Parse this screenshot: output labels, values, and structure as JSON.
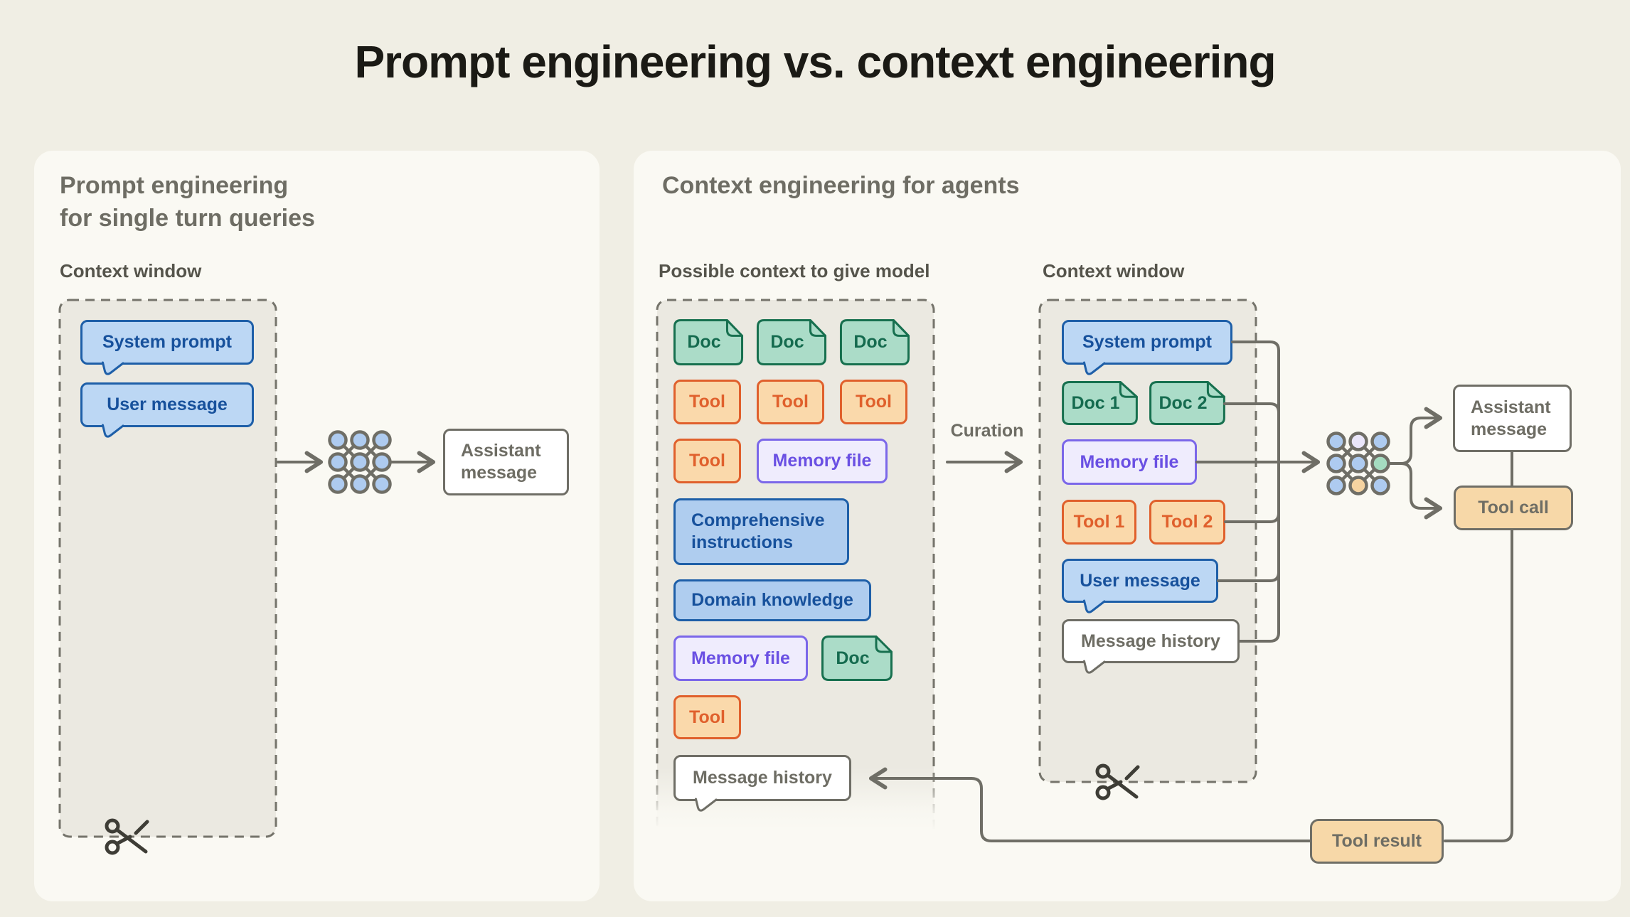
{
  "title": "Prompt engineering vs. context engineering",
  "left_panel": {
    "heading_line1": "Prompt engineering",
    "heading_line2": "for single turn queries",
    "context_window_label": "Context window",
    "system_prompt": "System prompt",
    "user_message": "User message",
    "assistant_message": "Assistant message"
  },
  "right_panel": {
    "heading": "Context engineering for agents",
    "possible_context_label": "Possible context to give model",
    "context_window_label": "Context window",
    "curation_label": "Curation",
    "possible_context": {
      "doc_row": [
        "Doc",
        "Doc",
        "Doc"
      ],
      "tool_row": [
        "Tool",
        "Tool",
        "Tool"
      ],
      "tool_single": "Tool",
      "memory_file_1": "Memory file",
      "comprehensive_instructions": "Comprehensive instructions",
      "domain_knowledge": "Domain knowledge",
      "memory_file_2": "Memory file",
      "doc_single": "Doc",
      "tool_last": "Tool",
      "message_history": "Message history"
    },
    "context_window": {
      "system_prompt": "System prompt",
      "doc_1": "Doc 1",
      "doc_2": "Doc 2",
      "memory_file": "Memory file",
      "tool_1": "Tool 1",
      "tool_2": "Tool 2",
      "user_message": "User message",
      "message_history": "Message history"
    },
    "outputs": {
      "assistant_message": "Assistant message",
      "tool_call": "Tool call",
      "tool_result": "Tool result"
    }
  },
  "colors": {
    "page_bg": "#F0EEE4",
    "card_bg": "#FAF9F3",
    "dashed_box_bg": "#EBE9E1",
    "line_gray": "#6F6E66",
    "blue_fill": "#BCD7F4",
    "blue_border": "#1E5FA8",
    "blue_text": "#17519C",
    "green_fill": "#ABDCC8",
    "green_border": "#17704F",
    "orange_fill": "#FAD9AB",
    "orange_border": "#E0602C",
    "purple_fill": "#EFECFD",
    "purple_border": "#7B67E9",
    "tan_fill": "#F7D8A8",
    "node_lavender": "#EAE6FA",
    "node_green": "#A5DCC0",
    "node_tan": "#F5D3A1"
  }
}
